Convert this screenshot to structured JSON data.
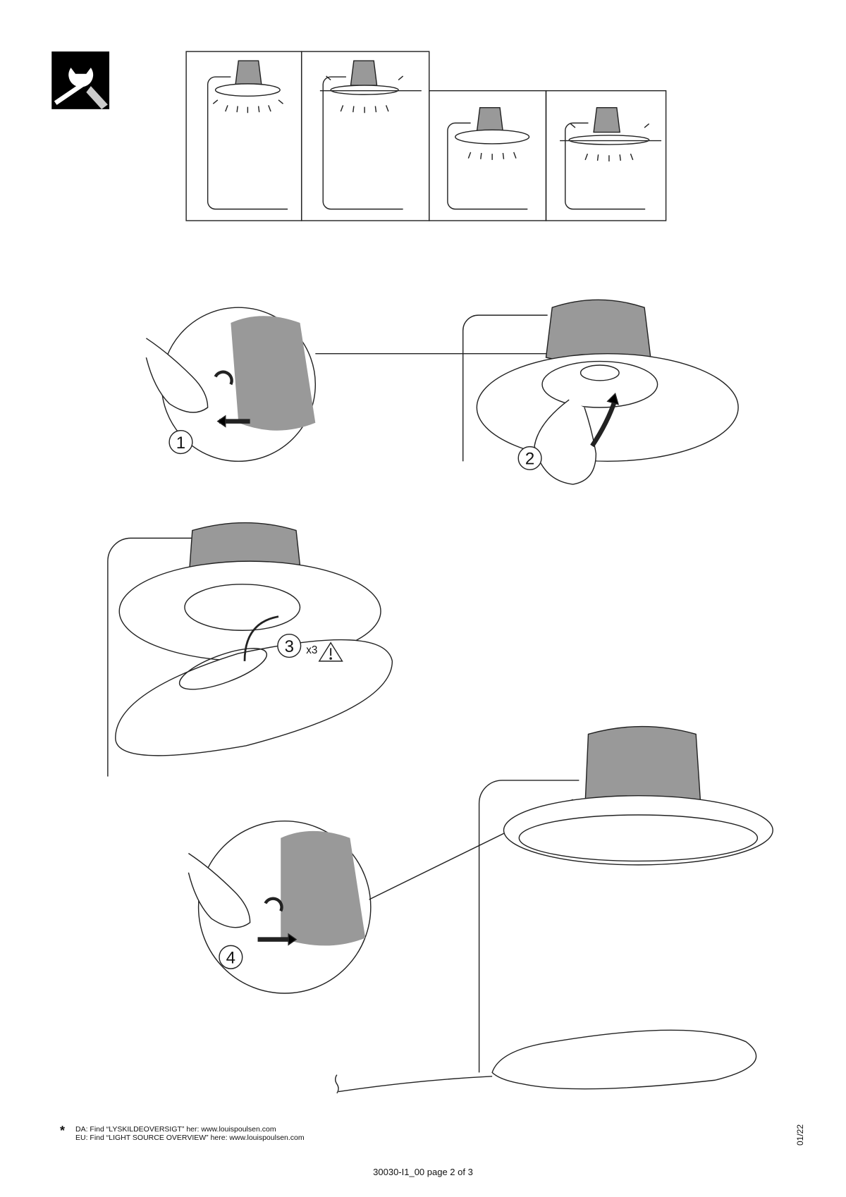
{
  "icons": {
    "tools": "wrench-screwdriver-icon",
    "warning": "warning-triangle-icon",
    "asterisk": "asterisk-icon"
  },
  "steps": [
    {
      "number": "1"
    },
    {
      "number": "2"
    },
    {
      "number": "3",
      "multiplier": "x3"
    },
    {
      "number": "4"
    }
  ],
  "notes": {
    "star": "*",
    "da": "DA: Find “LYSKILDEOVERSIGT” her: www.louispoulsen.com",
    "eu": "EU: Find “LIGHT SOURCE OVERVIEW” here: www.louispoulsen.com"
  },
  "revision": "01/22",
  "footer": "30030-I1_00  page 2 of 3"
}
